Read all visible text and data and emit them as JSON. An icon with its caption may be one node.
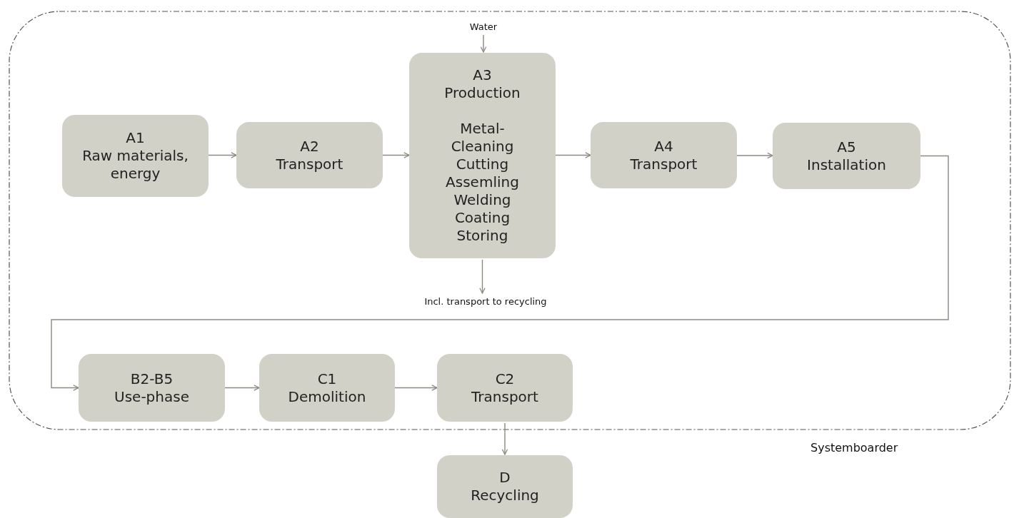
{
  "diagram": {
    "nodes": [
      {
        "text": [
          "Systemboarder"
        ]
      },
      {
        "text": [
          "Water"
        ],
        "in": 0
      },
      {
        "text": [
          "A1",
          "Raw materials, energy"
        ],
        "in": 0
      },
      {
        "text": [
          "A2",
          "Transport"
        ],
        "in": 0
      },
      {
        "text": [
          "A3",
          "Production",
          "Metal-Cleaning",
          "Cutting",
          "Assemling",
          "Welding",
          "Coating",
          "Storing"
        ],
        "in": 0
      },
      {
        "text": [
          "A4",
          "Transport"
        ],
        "in": 0
      },
      {
        "text": [
          "A5",
          "Installation"
        ],
        "in": 0
      },
      {
        "text": [
          "Incl. transport to recycling"
        ],
        "in": 0
      },
      {
        "text": [
          "B2-B5",
          "Use-phase"
        ],
        "in": 0
      },
      {
        "text": [
          "C1",
          "Demolition"
        ],
        "in": 0
      },
      {
        "text": [
          "C2",
          "Transport"
        ],
        "in": 0
      },
      {
        "text": [
          "D",
          "Recycling"
        ]
      }
    ],
    "edges": [
      {
        "from": 1,
        "to": 4,
        "arrow": "to"
      },
      {
        "from": 2,
        "to": 3,
        "arrow": "to"
      },
      {
        "from": 3,
        "to": 4,
        "arrow": "to"
      },
      {
        "from": 4,
        "to": 5,
        "arrow": "to"
      },
      {
        "from": 5,
        "to": 6,
        "arrow": "to"
      },
      {
        "from": 4,
        "to": 7,
        "arrow": "to"
      },
      {
        "from": 6,
        "to": 8,
        "arrow": "to"
      },
      {
        "from": 8,
        "to": 9,
        "arrow": "to"
      },
      {
        "from": 9,
        "to": 10,
        "arrow": "to"
      },
      {
        "from": 10,
        "to": 11,
        "arrow": "to"
      }
    ]
  }
}
